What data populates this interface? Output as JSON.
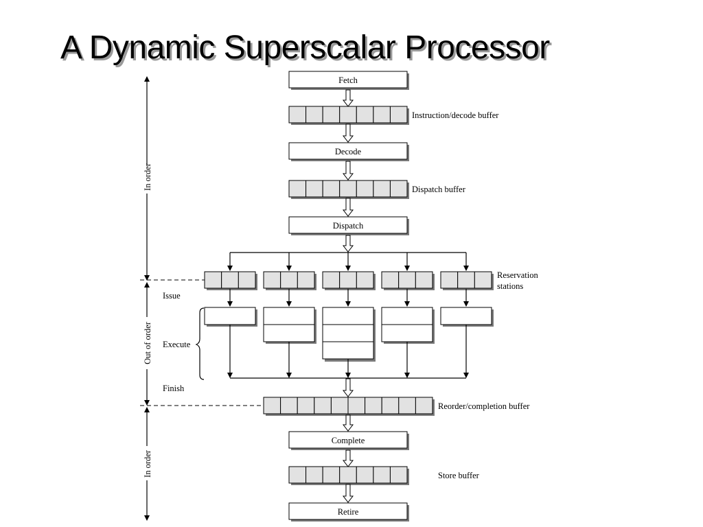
{
  "title": "A Dynamic Superscalar Processor",
  "stages": {
    "fetch": "Fetch",
    "decode": "Decode",
    "dispatch": "Dispatch",
    "complete": "Complete",
    "retire": "Retire"
  },
  "buffers": {
    "instruction_decode": "Instruction/decode buffer",
    "dispatch": "Dispatch buffer",
    "reservation_line1": "Reservation",
    "reservation_line2": "stations",
    "reorder_completion": "Reorder/completion buffer",
    "store": "Store buffer"
  },
  "phases": {
    "issue": "Issue",
    "execute": "Execute",
    "finish": "Finish"
  },
  "ordering": {
    "top": "In order",
    "middle": "Out of order",
    "bottom": "In order"
  }
}
